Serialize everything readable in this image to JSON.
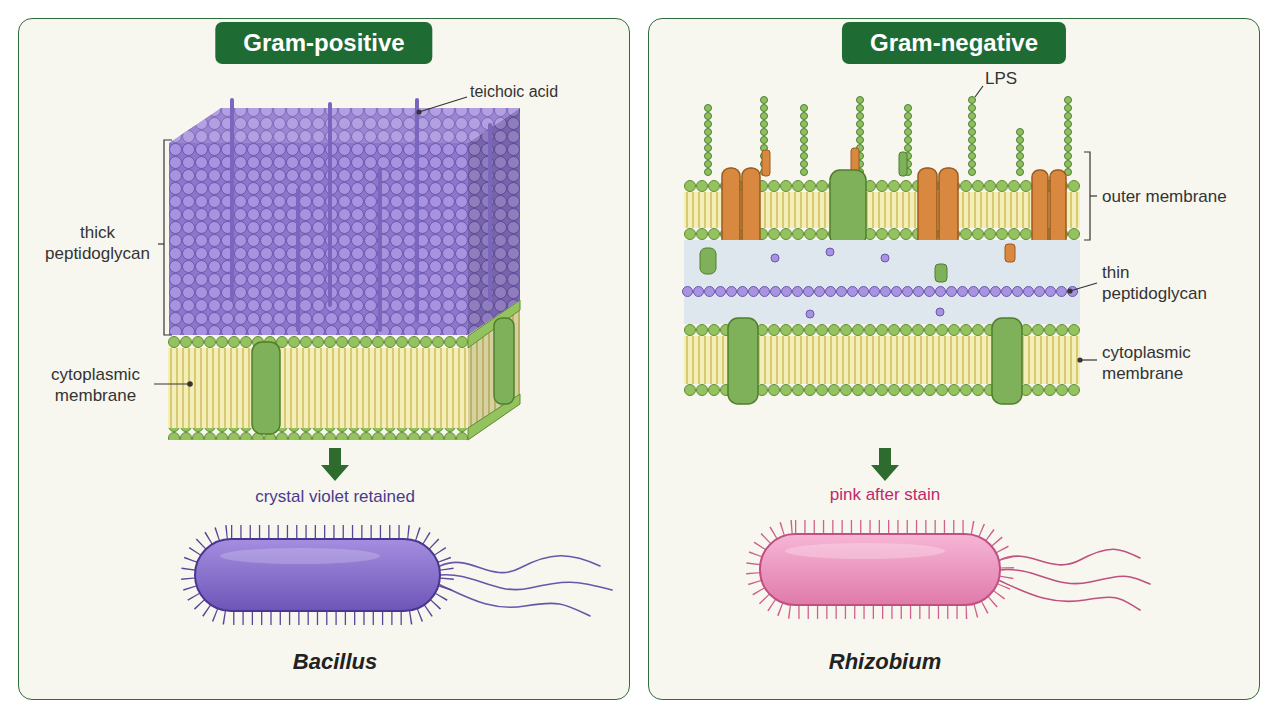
{
  "diagram": {
    "nodes": [
      {
        "text": [
          "Gram-positive"
        ]
      },
      {
        "text": [
          "Gram-negative"
        ]
      }
    ],
    "labels": [
      "teichoic acid",
      "thick peptidoglycan",
      "cytoplasmic membrane",
      "crystal violet retained",
      "Bacillus",
      "LPS",
      "outer membrane",
      "thin peptidoglycan",
      "cytoplasmic membrane",
      "pink after stain",
      "Rhizobium"
    ]
  }
}
